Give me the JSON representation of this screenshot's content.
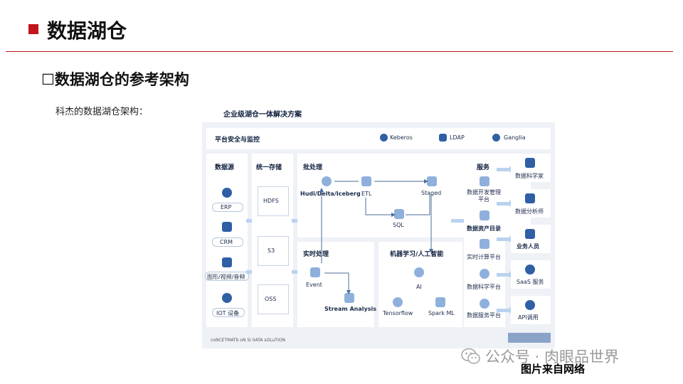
{
  "header": {
    "title": "数据湖仓"
  },
  "subheading": "☐数据湖仓的参考架构",
  "intro": "科杰的数据湖仓架构：",
  "diagram": {
    "title": "企业级湖仓一体解决方案",
    "security": {
      "label": "平台安全与监控",
      "items": [
        "Keberos",
        "LDAP",
        "Ganglia"
      ]
    },
    "sources": {
      "label": "数据源",
      "items": [
        "ERP",
        "CRM",
        "图形/视频/音频",
        "IOT 设备"
      ]
    },
    "storage": {
      "label": "统一存储",
      "items": [
        "HDFS",
        "S3",
        "OSS"
      ]
    },
    "batch": {
      "label": "批处理",
      "hudi": "Hudi/Delta/Iceberg",
      "etl": "ETL",
      "staged": "Staged",
      "sql": "SQL"
    },
    "realtime": {
      "label": "实时处理",
      "event": "Event",
      "stream": "Stream Analysis"
    },
    "ml": {
      "label": "机器学习/人工智能",
      "ai": "AI",
      "tensorflow": "Tensorflow",
      "spark": "Spark ML"
    },
    "services": {
      "label": "服务",
      "items": [
        "数据开发管理\n平台",
        "数据资产目录",
        "实时计算平台",
        "数据科学平台",
        "数据服务平台"
      ]
    },
    "users": [
      "数据科学家",
      "数据分析师",
      "业务人员",
      "SaaS 服务",
      "API调用"
    ],
    "footer": "coNCETMATb oN Si 0ATA sOLuTION"
  },
  "watermark": {
    "text": "公众号 · 肉眼品世界"
  },
  "source_note": "图片来自网络",
  "colors": {
    "accent": "#c0151b",
    "icon": "#2f5fa5",
    "panel": "#eef1f6"
  }
}
